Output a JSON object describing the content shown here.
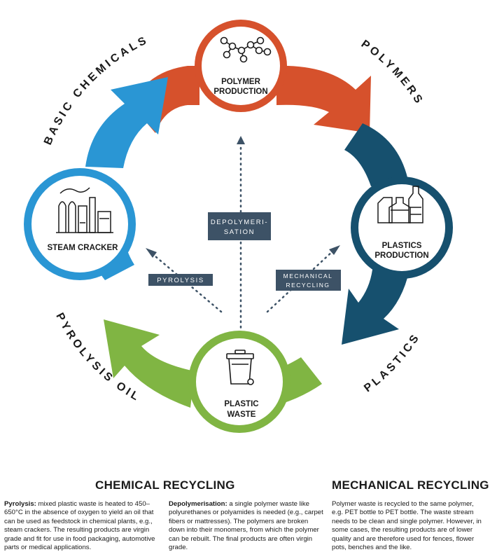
{
  "nodes": {
    "polymer_production": {
      "line1": "POLYMER",
      "line2": "PRODUCTION"
    },
    "plastics_production": {
      "line1": "PLASTICS",
      "line2": "PRODUCTION"
    },
    "plastic_waste": {
      "line1": "PLASTIC",
      "line2": "WASTE"
    },
    "steam_cracker": {
      "line1": "STEAM CRACKER"
    }
  },
  "arc_labels": {
    "basic_chemicals": "BASIC CHEMICALS",
    "polymers": "POLYMERS",
    "plastics": "PLASTICS",
    "pyrolysis_oil": "PYROLYSIS OIL"
  },
  "pathways": {
    "depolymerisation": {
      "line1": "DEPOLYMERI-",
      "line2": "SATION"
    },
    "pyrolysis": "PYROLYSIS",
    "mechanical_recycling": {
      "line1": "MECHANICAL",
      "line2": "RECYCLING"
    }
  },
  "sections": {
    "chemical_recycling": "CHEMICAL RECYCLING",
    "mechanical_recycling": "MECHANICAL RECYCLING"
  },
  "descriptions": {
    "pyrolysis_term": "Pyrolysis:",
    "pyrolysis_body": " mixed plastic waste is heated to 450–650°C in the absence of oxygen to yield an oil that can be used as feedstock in chemical plants, e.g., steam crackers. The resulting products are virgin grade and fit for use in food packaging, automotive parts or medical applications.",
    "depolymerisation_term": "Depolymerisation:",
    "depolymerisation_body": " a single polymer waste like polyurethanes or polyamides is needed (e.g., carpet fibers or mattresses). The polymers are broken down into their monomers, from which the polymer can be rebuilt. The final products are often virgin grade.",
    "mechanical_body": "Polymer waste is recycled to the same polymer, e.g. PET bottle to PET bottle. The waste stream needs to be clean and single polymer. However, in some cases, the resulting products are of lower quality and are therefore used for fences, flower pots, benches and the like."
  },
  "colors": {
    "orange": "#d6512c",
    "navy": "#16506e",
    "green": "#80b543",
    "blue": "#2a96d4",
    "label_box": "#3d5266"
  },
  "icons": [
    "molecule-icon",
    "bottles-icon",
    "trash-bin-icon",
    "factory-icon"
  ]
}
